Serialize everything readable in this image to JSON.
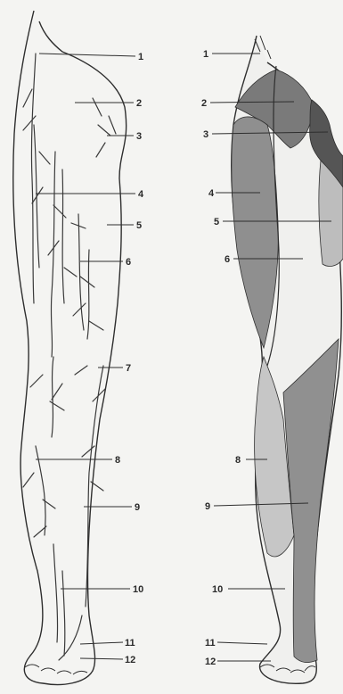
{
  "figure": {
    "colors": {
      "background": "#f4f4f2",
      "outline": "#2e2e2e",
      "zone_dark": "#6e6e6e",
      "zone_mid": "#8f8f8f",
      "zone_light": "#b9b9b9",
      "zone_pale": "#d6d6d6"
    },
    "left_panel": {
      "labels": [
        "1",
        "2",
        "3",
        "4",
        "5",
        "6",
        "7",
        "8",
        "9",
        "10",
        "11",
        "12"
      ]
    },
    "right_panel": {
      "labels": [
        "1",
        "2",
        "3",
        "4",
        "5",
        "6",
        "8",
        "9",
        "10",
        "11",
        "12"
      ]
    }
  }
}
